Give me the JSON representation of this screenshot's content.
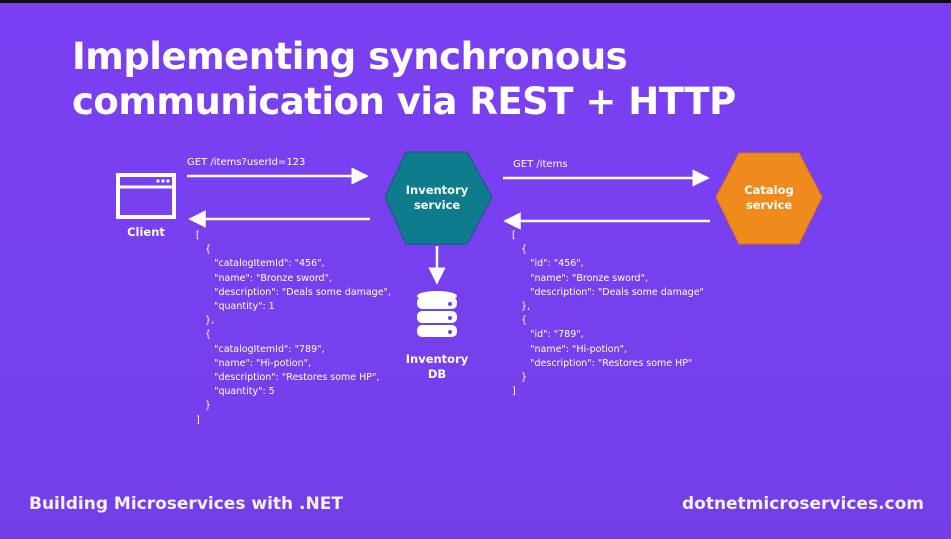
{
  "title": {
    "line1": "Implementing synchronous",
    "line2": "communication via REST + HTTP"
  },
  "nodes": {
    "client": {
      "label": "Client",
      "icon": "browser-window-icon"
    },
    "inventory_service": {
      "label_line1": "Inventory",
      "label_line2": "service",
      "color": "#0e7c8c"
    },
    "catalog_service": {
      "label_line1": "Catalog",
      "label_line2": "service",
      "color": "#f08a1c"
    },
    "inventory_db": {
      "label_line1": "Inventory",
      "label_line2": "DB",
      "icon": "database-icon"
    }
  },
  "edges": {
    "client_request": "GET /items?userId=123",
    "catalog_request": "GET /items"
  },
  "responses": {
    "inventory_to_client": [
      "[",
      "   {",
      "      \"catalogItemId\": \"456\",",
      "      \"name\": \"Bronze sword\",",
      "      \"description\": \"Deals some damage\",",
      "      \"quantity\": 1",
      "   },",
      "   {",
      "      \"catalogItemId\": \"789\",",
      "      \"name\": \"Hi-potion\",",
      "      \"description\": \"Restores some HP\",",
      "      \"quantity\": 5",
      "   }",
      "]"
    ],
    "catalog_to_inventory": [
      "[",
      "   {",
      "      \"id\": \"456\",",
      "      \"name\": \"Bronze sword\",",
      "      \"description\": \"Deals some damage\"",
      "   },",
      "   {",
      "      \"id\": \"789\",",
      "      \"name\": \"Hi-potion\",",
      "      \"description\": \"Restores some HP\"",
      "   }",
      "]"
    ]
  },
  "footer": {
    "left": "Building Microservices with .NET",
    "right": "dotnetmicroservices.com"
  }
}
